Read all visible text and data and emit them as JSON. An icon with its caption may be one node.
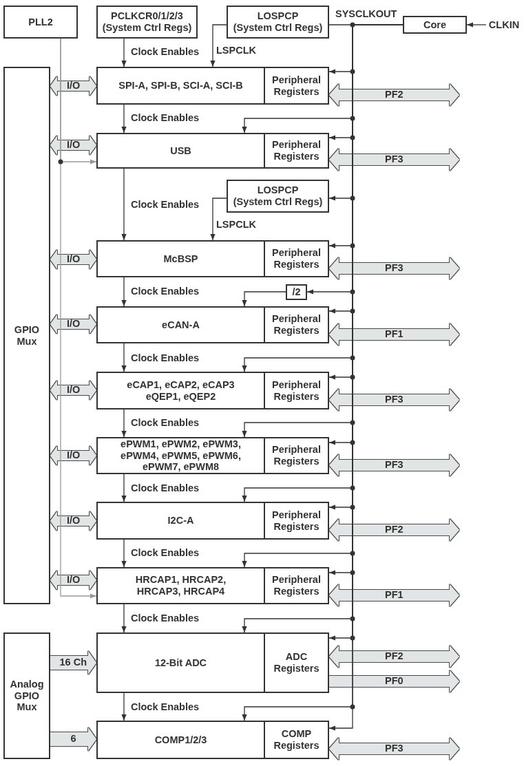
{
  "diagram": {
    "nodes": [
      {
        "text": [
          "PLL2"
        ]
      },
      {
        "text": [
          "PCLKCR0/1/2/3",
          "(System Ctrl Regs)"
        ]
      },
      {
        "text": [
          "LOSPCP",
          "(System Ctrl Regs)"
        ]
      },
      {
        "text": [
          "Core"
        ]
      },
      {
        "text": [
          "CLKIN"
        ]
      },
      {
        "text": [
          "GPIO Mux"
        ]
      },
      {
        "text": [
          "SPI-A, SPI-B, SCI-A, SCI-B"
        ]
      },
      {
        "text": [
          "Peripheral Registers"
        ]
      },
      {
        "text": [
          "USB"
        ]
      },
      {
        "text": [
          "Peripheral Registers"
        ]
      },
      {
        "text": [
          "LOSPCP",
          "(System Ctrl Regs)"
        ]
      },
      {
        "text": [
          "McBSP"
        ]
      },
      {
        "text": [
          "Peripheral Registers"
        ]
      },
      {
        "text": [
          "/2"
        ]
      },
      {
        "text": [
          "eCAN-A"
        ]
      },
      {
        "text": [
          "Peripheral Registers"
        ]
      },
      {
        "text": [
          "eCAP1, eCAP2, eCAP3 eQEP1, eQEP2"
        ]
      },
      {
        "text": [
          "Peripheral Registers"
        ]
      },
      {
        "text": [
          "ePWM1, ePWM2, ePWM3, ePWM4, ePWM5, ePWM6, ePWM7, ePWM8"
        ]
      },
      {
        "text": [
          "Peripheral Registers"
        ]
      },
      {
        "text": [
          "I2C-A"
        ]
      },
      {
        "text": [
          "Peripheral Registers"
        ]
      },
      {
        "text": [
          "HRCAP1, HRCAP2, HRCAP3, HRCAP4"
        ]
      },
      {
        "text": [
          "Peripheral Registers"
        ]
      },
      {
        "text": [
          "Analog GPIO Mux"
        ]
      },
      {
        "text": [
          "12-Bit ADC"
        ]
      },
      {
        "text": [
          "ADC Registers"
        ]
      },
      {
        "text": [
          "COMP1/2/3"
        ]
      },
      {
        "text": [
          "COMP Registers"
        ]
      }
    ],
    "edges": [
      {
        "from": 4,
        "to": 3,
        "arrow": "to"
      },
      {
        "from": 3,
        "to": 2,
        "arrow": "none",
        "label": "SYSCLKOUT"
      },
      {
        "from": 1,
        "to": 6,
        "arrow": "to",
        "label": "Clock Enables"
      },
      {
        "from": 2,
        "to": 6,
        "arrow": "to",
        "label": "LSPCLK"
      },
      {
        "from": 3,
        "to": 7,
        "arrow": "to"
      },
      {
        "from": 5,
        "to": 6,
        "arrow": "both",
        "label": "I/O",
        "style": "thick",
        "color": "#e1e5e5"
      },
      {
        "from": 7,
        "to": null,
        "arrow": "both",
        "label": "PF2",
        "style": "thick",
        "color": "#e1e5e5"
      },
      {
        "from": 6,
        "to": 8,
        "arrow": "to",
        "label": "Clock Enables"
      },
      {
        "from": 3,
        "to": 8,
        "arrow": "to"
      },
      {
        "from": 3,
        "to": 9,
        "arrow": "to"
      },
      {
        "from": 5,
        "to": 8,
        "arrow": "both",
        "label": "I/O",
        "style": "thick",
        "color": "#e1e5e5"
      },
      {
        "from": 0,
        "to": 8,
        "arrow": "to",
        "color": "#999999"
      },
      {
        "from": 9,
        "to": null,
        "arrow": "both",
        "label": "PF3",
        "style": "thick",
        "color": "#e1e5e5"
      },
      {
        "from": 3,
        "to": 10,
        "arrow": "to"
      },
      {
        "from": 8,
        "to": 11,
        "arrow": "to",
        "label": "Clock Enables"
      },
      {
        "from": 10,
        "to": 11,
        "arrow": "to",
        "label": "LSPCLK"
      },
      {
        "from": 3,
        "to": 12,
        "arrow": "to"
      },
      {
        "from": 5,
        "to": 11,
        "arrow": "both",
        "label": "I/O",
        "style": "thick",
        "color": "#e1e5e5"
      },
      {
        "from": 12,
        "to": null,
        "arrow": "both",
        "label": "PF3",
        "style": "thick",
        "color": "#e1e5e5"
      },
      {
        "from": 3,
        "to": 13,
        "arrow": "to"
      },
      {
        "from": 11,
        "to": 14,
        "arrow": "to",
        "label": "Clock Enables"
      },
      {
        "from": 13,
        "to": 14,
        "arrow": "to"
      },
      {
        "from": 3,
        "to": 15,
        "arrow": "to"
      },
      {
        "from": 5,
        "to": 14,
        "arrow": "both",
        "label": "I/O",
        "style": "thick",
        "color": "#e1e5e5"
      },
      {
        "from": 15,
        "to": null,
        "arrow": "both",
        "label": "PF1",
        "style": "thick",
        "color": "#e1e5e5"
      },
      {
        "from": 3,
        "to": 16,
        "arrow": "to"
      },
      {
        "from": 14,
        "to": 16,
        "arrow": "to",
        "label": "Clock Enables"
      },
      {
        "from": 3,
        "to": 17,
        "arrow": "to"
      },
      {
        "from": 5,
        "to": 16,
        "arrow": "both",
        "label": "I/O",
        "style": "thick",
        "color": "#e1e5e5"
      },
      {
        "from": 17,
        "to": null,
        "arrow": "both",
        "label": "PF3",
        "style": "thick",
        "color": "#e1e5e5"
      },
      {
        "from": 3,
        "to": 18,
        "arrow": "to"
      },
      {
        "from": 16,
        "to": 18,
        "arrow": "to",
        "label": "Clock Enables"
      },
      {
        "from": 3,
        "to": 19,
        "arrow": "to"
      },
      {
        "from": 5,
        "to": 18,
        "arrow": "both",
        "label": "I/O",
        "style": "thick",
        "color": "#e1e5e5"
      },
      {
        "from": 19,
        "to": null,
        "arrow": "both",
        "label": "PF3",
        "style": "thick",
        "color": "#e1e5e5"
      },
      {
        "from": 18,
        "to": 20,
        "arrow": "to",
        "label": "Clock Enables"
      },
      {
        "from": 3,
        "to": 20,
        "arrow": "to"
      },
      {
        "from": 3,
        "to": 21,
        "arrow": "to"
      },
      {
        "from": 5,
        "to": 20,
        "arrow": "both",
        "label": "I/O",
        "style": "thick",
        "color": "#e1e5e5"
      },
      {
        "from": 21,
        "to": null,
        "arrow": "both",
        "label": "PF2",
        "style": "thick",
        "color": "#e1e5e5"
      },
      {
        "from": 20,
        "to": 22,
        "arrow": "to",
        "label": "Clock Enables"
      },
      {
        "from": 3,
        "to": 22,
        "arrow": "to"
      },
      {
        "from": 3,
        "to": 23,
        "arrow": "to"
      },
      {
        "from": 5,
        "to": 22,
        "arrow": "both",
        "label": "I/O",
        "style": "thick",
        "color": "#e1e5e5"
      },
      {
        "from": 0,
        "to": 22,
        "arrow": "to",
        "color": "#999999"
      },
      {
        "from": 23,
        "to": null,
        "arrow": "both",
        "label": "PF1",
        "style": "thick",
        "color": "#e1e5e5"
      },
      {
        "from": 22,
        "to": 25,
        "arrow": "to",
        "label": "Clock Enables"
      },
      {
        "from": 3,
        "to": 25,
        "arrow": "to"
      },
      {
        "from": 3,
        "to": 26,
        "arrow": "to"
      },
      {
        "from": 24,
        "to": 25,
        "arrow": "to",
        "label": "16 Ch",
        "style": "thick",
        "color": "#e1e5e5"
      },
      {
        "from": 26,
        "to": null,
        "arrow": "both",
        "label": "PF2",
        "style": "thick",
        "color": "#e1e5e5"
      },
      {
        "from": 26,
        "to": null,
        "arrow": "to",
        "label": "PF0",
        "style": "thick",
        "color": "#e1e5e5"
      },
      {
        "from": 25,
        "to": 27,
        "arrow": "to",
        "label": "Clock Enables"
      },
      {
        "from": 3,
        "to": 27,
        "arrow": "to"
      },
      {
        "from": 3,
        "to": 28,
        "arrow": "to"
      },
      {
        "from": 24,
        "to": 27,
        "arrow": "to",
        "label": "6",
        "style": "thick",
        "color": "#e1e5e5"
      },
      {
        "from": 28,
        "to": null,
        "arrow": "both",
        "label": "PF3",
        "style": "thick",
        "color": "#e1e5e5"
      }
    ]
  }
}
